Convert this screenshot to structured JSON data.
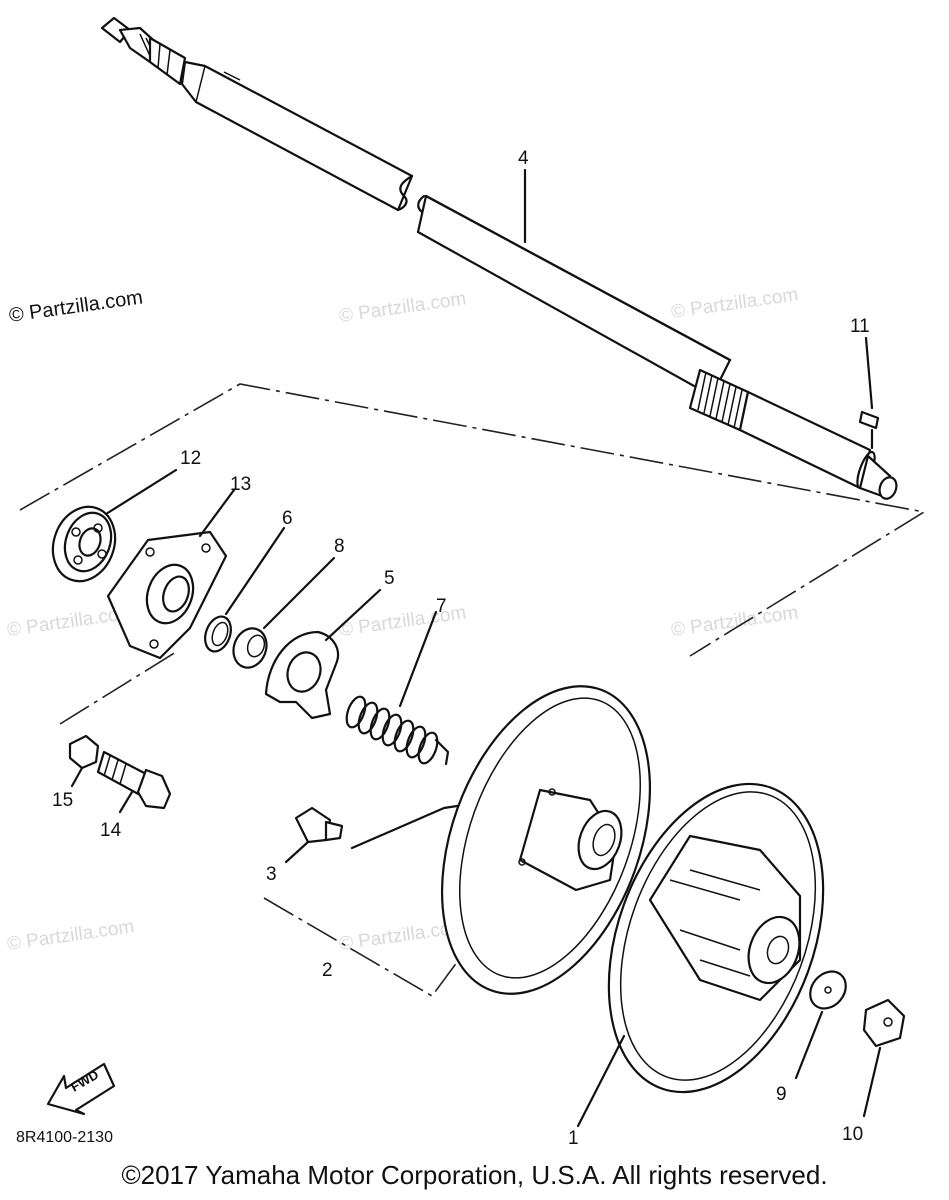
{
  "watermark": "© Partzilla.com",
  "callouts": {
    "n1": "1",
    "n2": "2",
    "n3": "3",
    "n4": "4",
    "n5": "5",
    "n6": "6",
    "n7": "7",
    "n8": "8",
    "n9": "9",
    "n10": "10",
    "n11": "11",
    "n12": "12",
    "n13": "13",
    "n14": "14",
    "n15": "15"
  },
  "fwd_label": "FWD",
  "diagram_code": "8R4100-2130",
  "copyright": "©2017 Yamaha Motor Corporation, U.S.A. All rights reserved."
}
